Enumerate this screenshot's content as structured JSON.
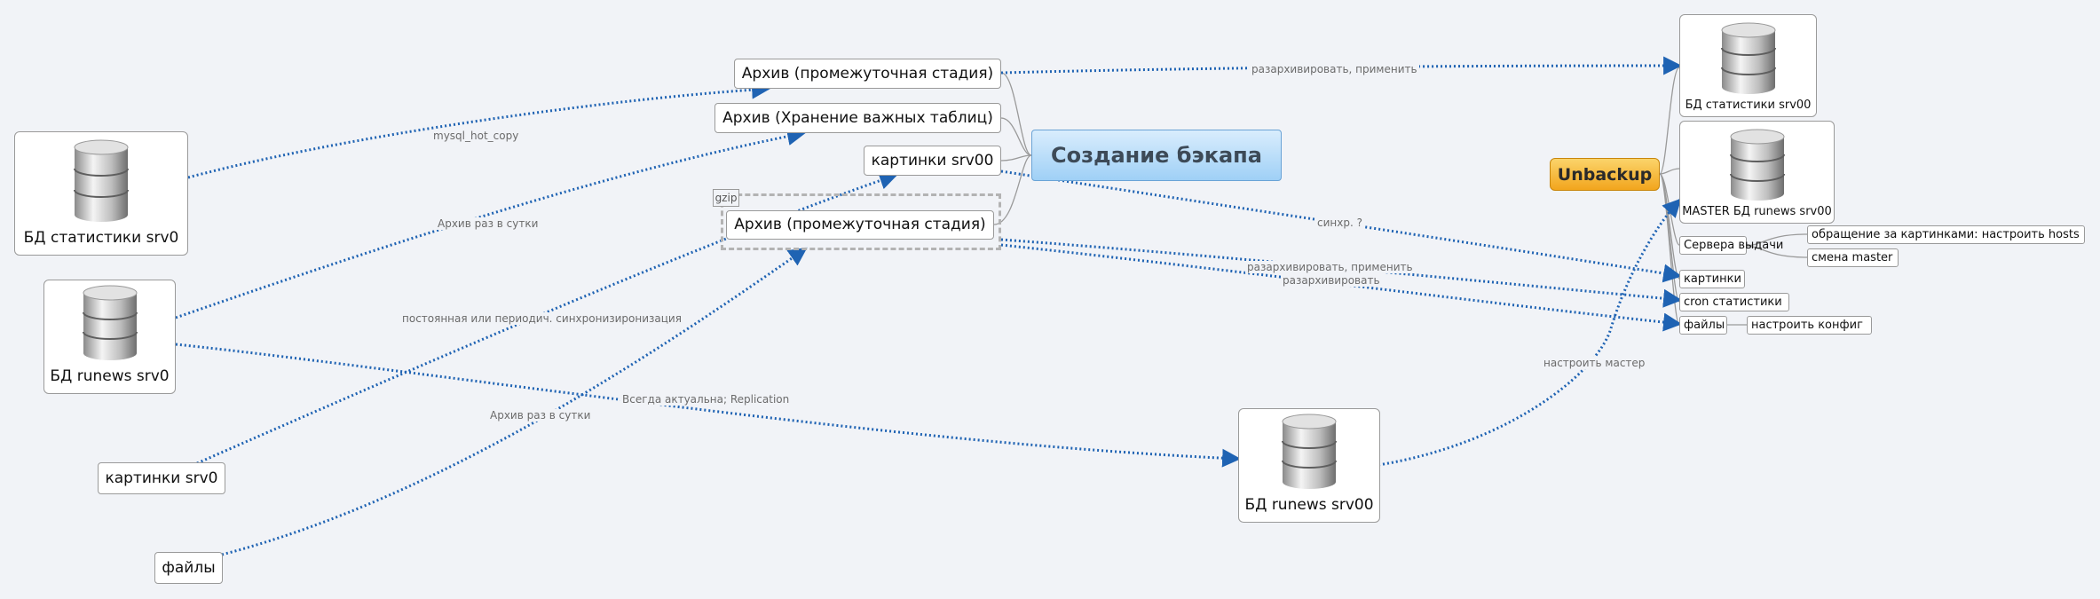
{
  "central_topic": "Создание бэкапа",
  "gzip_tag": "gzip",
  "unbackup_label": "Unbackup",
  "nodes": {
    "archive_stage_1": "Архив (промежуточная стадия)",
    "archive_important": "Архив (Хранение важных таблиц)",
    "pictures_srv00_mid": "картинки srv00",
    "archive_stage_2": "Архив (промежуточная стадия)",
    "db_stats_srv0": "БД статистики srv0",
    "db_runews_srv0": "БД runews srv0",
    "pictures_srv0": "картинки srv0",
    "files_left": "файлы",
    "db_runews_srv00": "БД runews srv00",
    "db_stats_srv00": "БД статистики srv00",
    "master_db_runews_srv00": "MASTER БД runews srv00",
    "output_servers": "Сервера выдачи",
    "hosts_note": "обращение за картинками: настроить hosts",
    "change_master": "смена master",
    "pictures_right": "картинки",
    "cron_stats": "cron статистики",
    "files_right": "файлы",
    "configure_config": "настроить конфиг"
  },
  "edge_labels": {
    "mysql_hot_copy": "mysql_hot_copy",
    "archive_daily_1": "Архив раз в сутки",
    "sync_permanent": "постоянная или периодич. синхронизиронизация",
    "archive_daily_2": "Архив раз в сутки",
    "always_actual": "Всегда актуальна; Replication",
    "unzip_apply_1": "разархивировать, применить",
    "sync_q": "синхр. ?",
    "unzip_apply_2": "разархивировать, применить",
    "unzip": "разархивировать",
    "setup_master": "настроить мастер"
  },
  "colors": {
    "edge": "#1f63b3",
    "branch": "#9a9a9a",
    "central_fill": "#b8def9",
    "unbackup_fill": "#f5b43a"
  },
  "icons": [
    "database-icon"
  ]
}
